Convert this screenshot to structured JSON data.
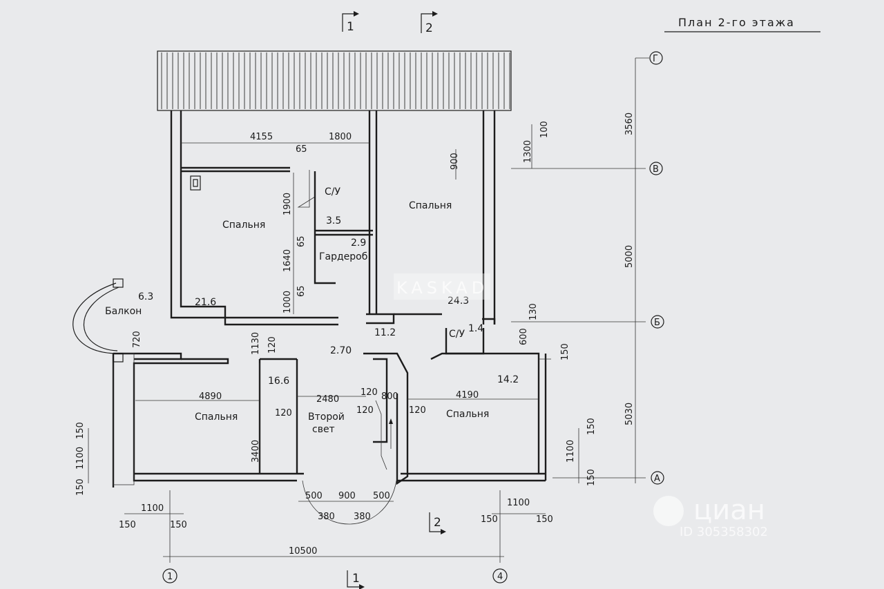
{
  "title": "План 2-го этажа",
  "rooms": {
    "bedroom_nw": "Спальня",
    "bedroom_nw_area": "21.6",
    "bath_top": "С/У",
    "bath_top_area": "3.5",
    "wardrobe": "Гардероб",
    "wardrobe_area": "2.9",
    "bedroom_ne": "Спальня",
    "bedroom_ne_area": "24.3",
    "balcony": "Балкон",
    "balcony_area": "6.3",
    "hall_area": "11.2",
    "bath_small": "С/У",
    "bath_small_area": "1.4",
    "bedroom_sw": "Спальня",
    "bedroom_sw_area": "16.6",
    "second_light_1": "Второй",
    "second_light_2": "свет",
    "bedroom_se": "Спальня",
    "bedroom_se_area": "14.2",
    "level": "2.70"
  },
  "dims": {
    "d4155": "4155",
    "d65a": "65",
    "d1800": "1800",
    "d900a": "900",
    "d1300": "1300",
    "d100": "100",
    "d3560": "3560",
    "d5000": "5000",
    "d5030": "5030",
    "d1900": "1900",
    "d65b": "65",
    "d1640": "1640",
    "d65c": "65",
    "d1000": "1000",
    "d130": "130",
    "d600": "600",
    "d150a": "150",
    "d720": "720",
    "d1130": "1130",
    "d120a": "120",
    "d4890": "4890",
    "d2480": "2480",
    "d800": "800",
    "d4190": "4190",
    "d3400": "3400",
    "d120b": "120",
    "d120c": "120",
    "d120d": "120",
    "d120e": "120",
    "d150l1": "150",
    "d1100l": "1100",
    "d150l2": "150",
    "d150r1": "150",
    "d1100r": "1100",
    "d150r2": "150",
    "d1100bl": "1100",
    "d150bl1": "150",
    "d150bl2": "150",
    "d500a": "500",
    "d900b": "900",
    "d500b": "500",
    "d380a": "380",
    "d380b": "380",
    "d150br1": "150",
    "d1100br": "1100",
    "d150br2": "150",
    "d10500": "10500"
  },
  "axes": {
    "g": "Г",
    "v": "В",
    "b": "Б",
    "a": "А",
    "n1": "1",
    "n4": "4"
  },
  "sections": {
    "s1_top": "1",
    "s2_top": "2",
    "s2_bottom": "2",
    "s1_bottom": "1"
  },
  "watermarks": {
    "kaskad": "KASKAD",
    "cian": "циан",
    "cian_id": "ID 305358302"
  }
}
